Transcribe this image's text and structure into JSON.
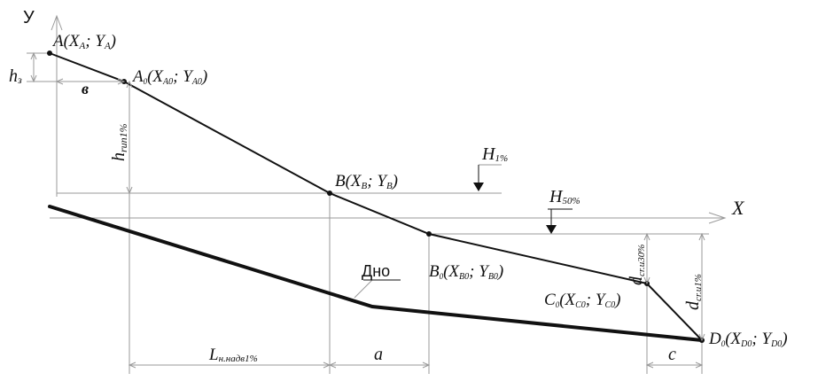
{
  "axes": {
    "y_label": "У",
    "x_label": "X"
  },
  "points": {
    "A": {
      "main": "A(X",
      "sub1": "A",
      "mid": "; Y",
      "sub2": "A",
      "close": ")"
    },
    "A0": {
      "main": "A",
      "pre_sub": "0",
      "open": "(X",
      "sub1": "A0",
      "mid": "; Y",
      "sub2": "A0",
      "close": ")"
    },
    "B": {
      "main": "B(X",
      "sub1": "B",
      "mid": "; Y",
      "sub2": "B",
      "close": ")"
    },
    "B0": {
      "main": "B",
      "pre_sub": "0",
      "open": "(X",
      "sub1": "B0",
      "mid": "; Y",
      "sub2": "B0",
      "close": ")"
    },
    "C0": {
      "main": "C",
      "pre_sub": "0",
      "open": "(X",
      "sub1": "C0",
      "mid": "; Y",
      "sub2": "C0",
      "close": ")"
    },
    "D0": {
      "main": "D",
      "pre_sub": "0",
      "open": "(X",
      "sub1": "D0",
      "mid": "; Y",
      "sub2": "D0",
      "close": ")"
    }
  },
  "levels": {
    "H1": {
      "main": "H",
      "sub": "1%"
    },
    "H50": {
      "main": "H",
      "sub": "50%"
    }
  },
  "dims": {
    "h3": {
      "main": "h",
      "sub": "з"
    },
    "b": "в",
    "hrun": {
      "main": "h",
      "sub": "run1%"
    },
    "L": {
      "main": "L",
      "sub": "н.надв1%"
    },
    "a": "a",
    "c": "c",
    "dcr30": {
      "main": "d",
      "sub": "cr.u30%"
    },
    "dcr1": {
      "main": "d",
      "sub": "cr.u1%"
    }
  },
  "bottom_label": "Дно"
}
